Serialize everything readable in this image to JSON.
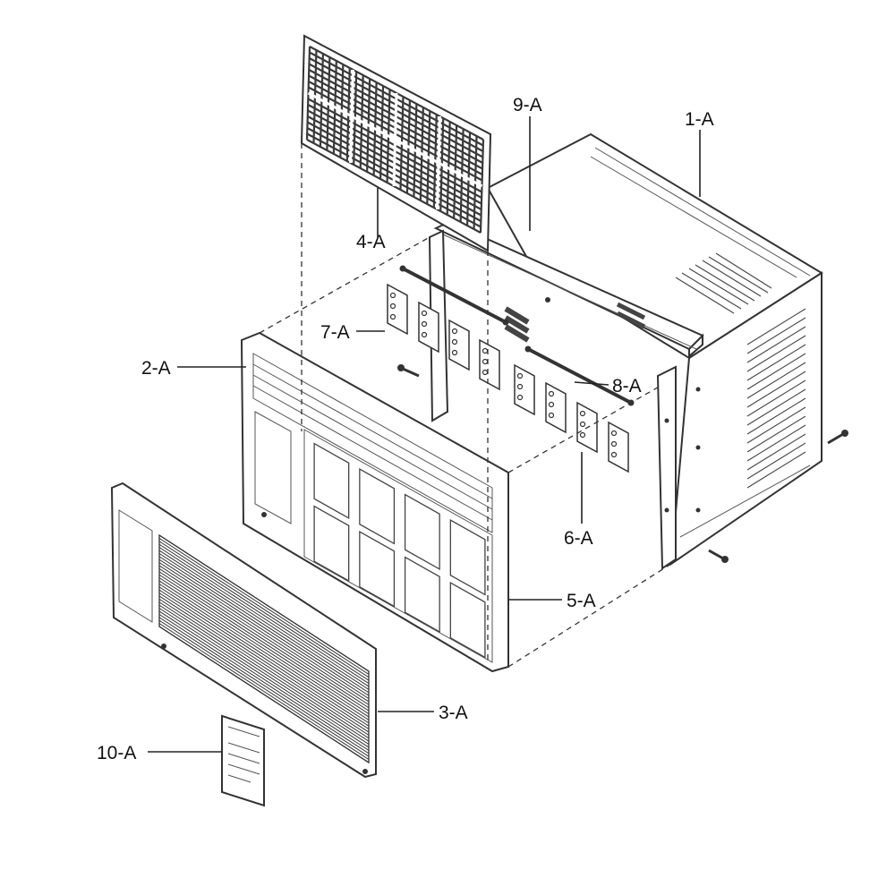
{
  "parts": [
    {
      "id": "part-1A",
      "label": "1-A"
    },
    {
      "id": "part-2A",
      "label": "2-A"
    },
    {
      "id": "part-3A",
      "label": "3-A"
    },
    {
      "id": "part-4A",
      "label": "4-A"
    },
    {
      "id": "part-5A",
      "label": "5-A"
    },
    {
      "id": "part-6A",
      "label": "6-A"
    },
    {
      "id": "part-7A",
      "label": "7-A"
    },
    {
      "id": "part-8A",
      "label": "8-A"
    },
    {
      "id": "part-9A",
      "label": "9-A"
    },
    {
      "id": "part-10A",
      "label": "10-A"
    }
  ]
}
